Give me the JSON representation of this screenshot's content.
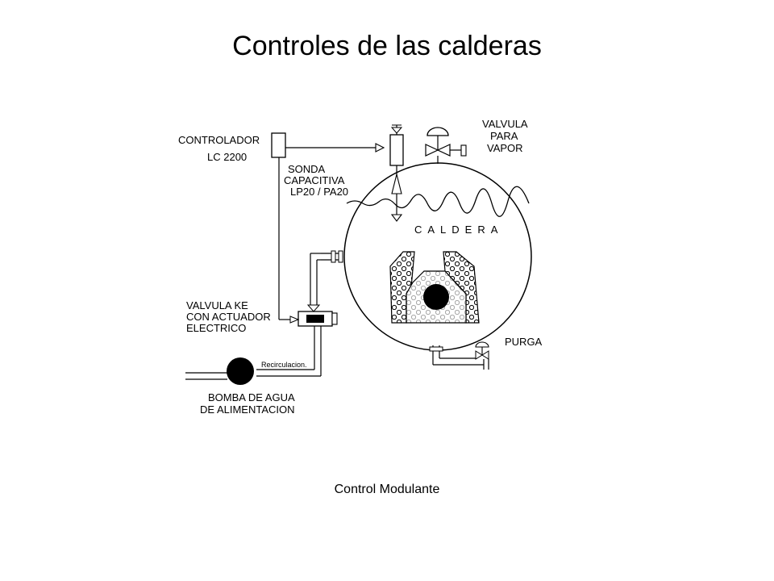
{
  "title": "Controles de las calderas",
  "caption": "Control Modulante",
  "labels": {
    "controlador_line1": "CONTROLADOR",
    "controlador_line2": "LC 2200",
    "sonda_line1": "SONDA",
    "sonda_line2": "CAPACITIVA",
    "sonda_line3": "LP20 / PA20",
    "valvula_vapor_line1": "VALVULA",
    "valvula_vapor_line2": "PARA",
    "valvula_vapor_line3": "VAPOR",
    "caldera": "CALDERA",
    "valvula_ke_line1": "VALVULA KE",
    "valvula_ke_line2": "CON ACTUADOR",
    "valvula_ke_line3": "ELECTRICO",
    "recirculacion": "Recirculacion.",
    "purga": "PURGA",
    "bomba_line1": "BOMBA DE  AGUA",
    "bomba_line2": "DE  ALIMENTACION"
  },
  "colors": {
    "line": "#000000",
    "background": "#ffffff"
  }
}
